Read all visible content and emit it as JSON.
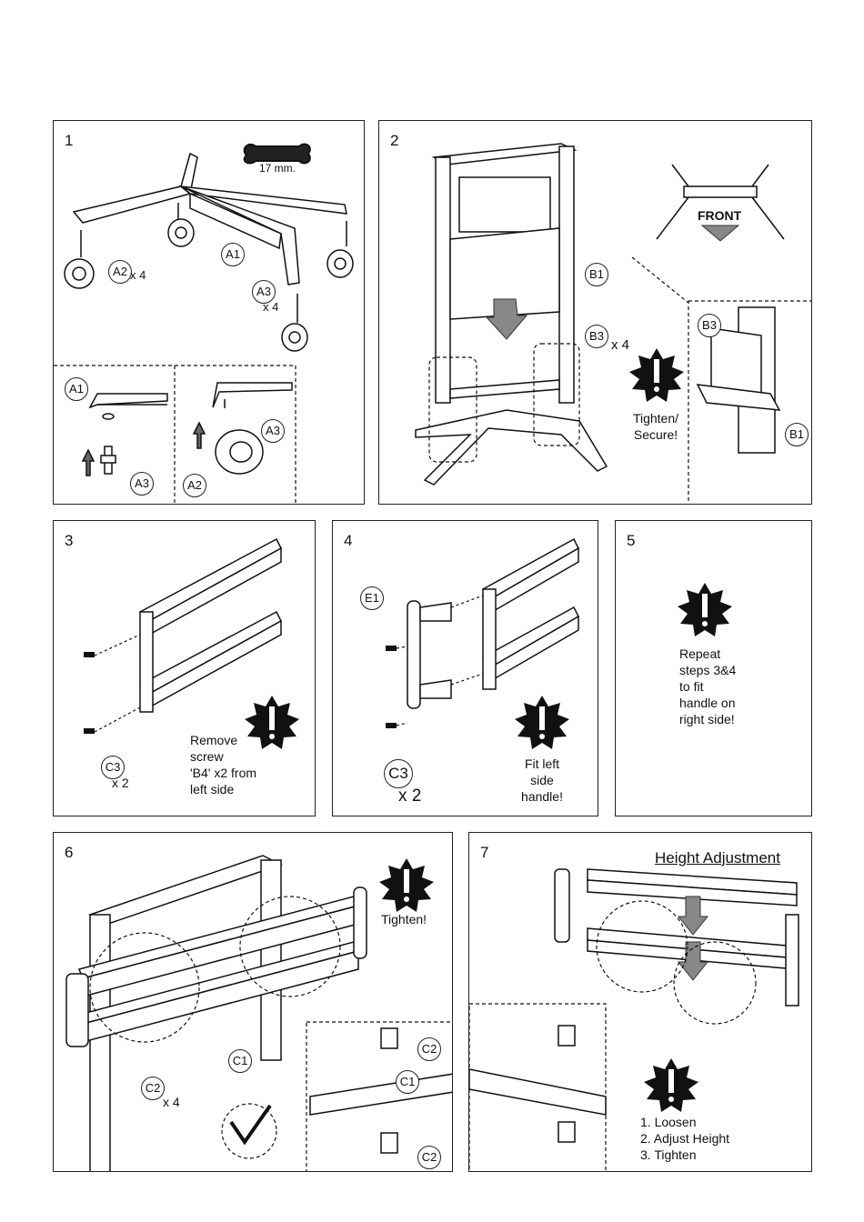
{
  "panel1": {
    "step": "1",
    "tool": "17 mm.",
    "callouts": {
      "a1": "A1",
      "a2": "A2",
      "a3": "A3",
      "a1_detail": "A1",
      "a3_detail": "A3",
      "a3_detail2": "A3",
      "a2_detail": "A2"
    },
    "qty": {
      "a2": "x 4",
      "a3": "x 4"
    }
  },
  "panel2": {
    "step": "2",
    "front_label": "FRONT",
    "callouts": {
      "b1": "B1",
      "b3": "B3",
      "b3_detail": "B3",
      "b1_detail": "B1"
    },
    "qty": {
      "b3": "x 4"
    },
    "note": [
      "Tighten/",
      "Secure!"
    ]
  },
  "panel3": {
    "step": "3",
    "callouts": {
      "c3": "C3"
    },
    "qty": {
      "c3": "x 2"
    },
    "note": [
      "Remove",
      "screw",
      "'B4' x2 from",
      "left side"
    ]
  },
  "panel4": {
    "step": "4",
    "callouts": {
      "e1": "E1",
      "c3": "C3"
    },
    "qty": {
      "c3": "x 2"
    },
    "note": [
      "Fit left",
      "side",
      "handle!"
    ]
  },
  "panel5": {
    "step": "5",
    "note": [
      "Repeat",
      "steps 3&4",
      "to fit",
      "handle on",
      "right side!"
    ]
  },
  "panel6": {
    "step": "6",
    "note": "Tighten!",
    "callouts": {
      "c1": "C1",
      "c2": "C2",
      "c1_detail": "C1",
      "c2_detail_top": "C2",
      "c2_detail_bottom": "C2"
    },
    "qty": {
      "c2": "x 4"
    }
  },
  "panel7": {
    "step": "7",
    "heading": "Height Adjustment",
    "steps": [
      "1. Loosen",
      "2. Adjust Height",
      "3. Tighten"
    ]
  }
}
